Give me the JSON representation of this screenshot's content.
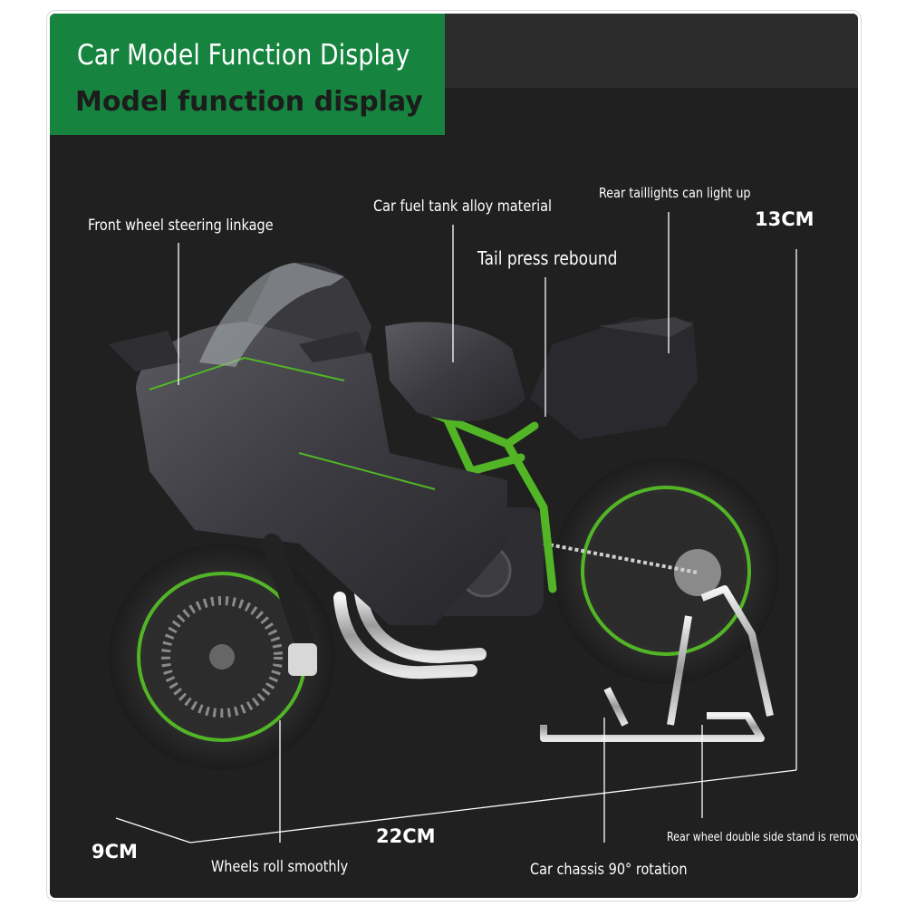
{
  "banner": {
    "title": "Car Model Function Display",
    "subtitle": "Model function display"
  },
  "callouts": {
    "front_steering": "Front wheel steering linkage",
    "fuel_tank": "Car fuel tank alloy material",
    "taillights": "Rear taillights can light up",
    "tail_rebound": "Tail press rebound",
    "wheels_roll": "Wheels roll smoothly",
    "chassis_rotation": "Car chassis 90° rotation",
    "rear_stand": "Rear wheel double side stand is removable"
  },
  "dimensions": {
    "height": "13CM",
    "width": "9CM",
    "length": "22CM"
  },
  "colors": {
    "banner_green": "#16843f",
    "background": "#202020",
    "accent_green": "#52b526"
  }
}
